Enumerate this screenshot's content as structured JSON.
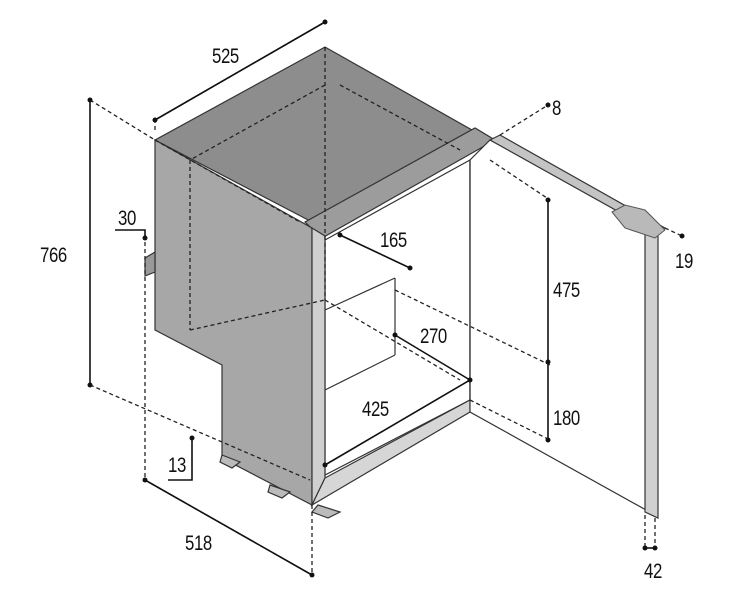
{
  "title": "Refrigerator dimensions diagram",
  "dimensions": {
    "top_depth": "525",
    "door_gap": "8",
    "total_height": "766",
    "side_offset": "30",
    "shelf_depth": "165",
    "upper_height": "475",
    "inner_depth": "270",
    "door_handle": "19",
    "inner_width": "425",
    "lower_height": "180",
    "bottom_offset": "13",
    "bottom_depth": "518",
    "door_thickness": "42"
  },
  "colors": {
    "body": "#a9a9a9",
    "lid": "#8e8e8e",
    "frame": "#c8c8c8",
    "line": "#222222"
  }
}
